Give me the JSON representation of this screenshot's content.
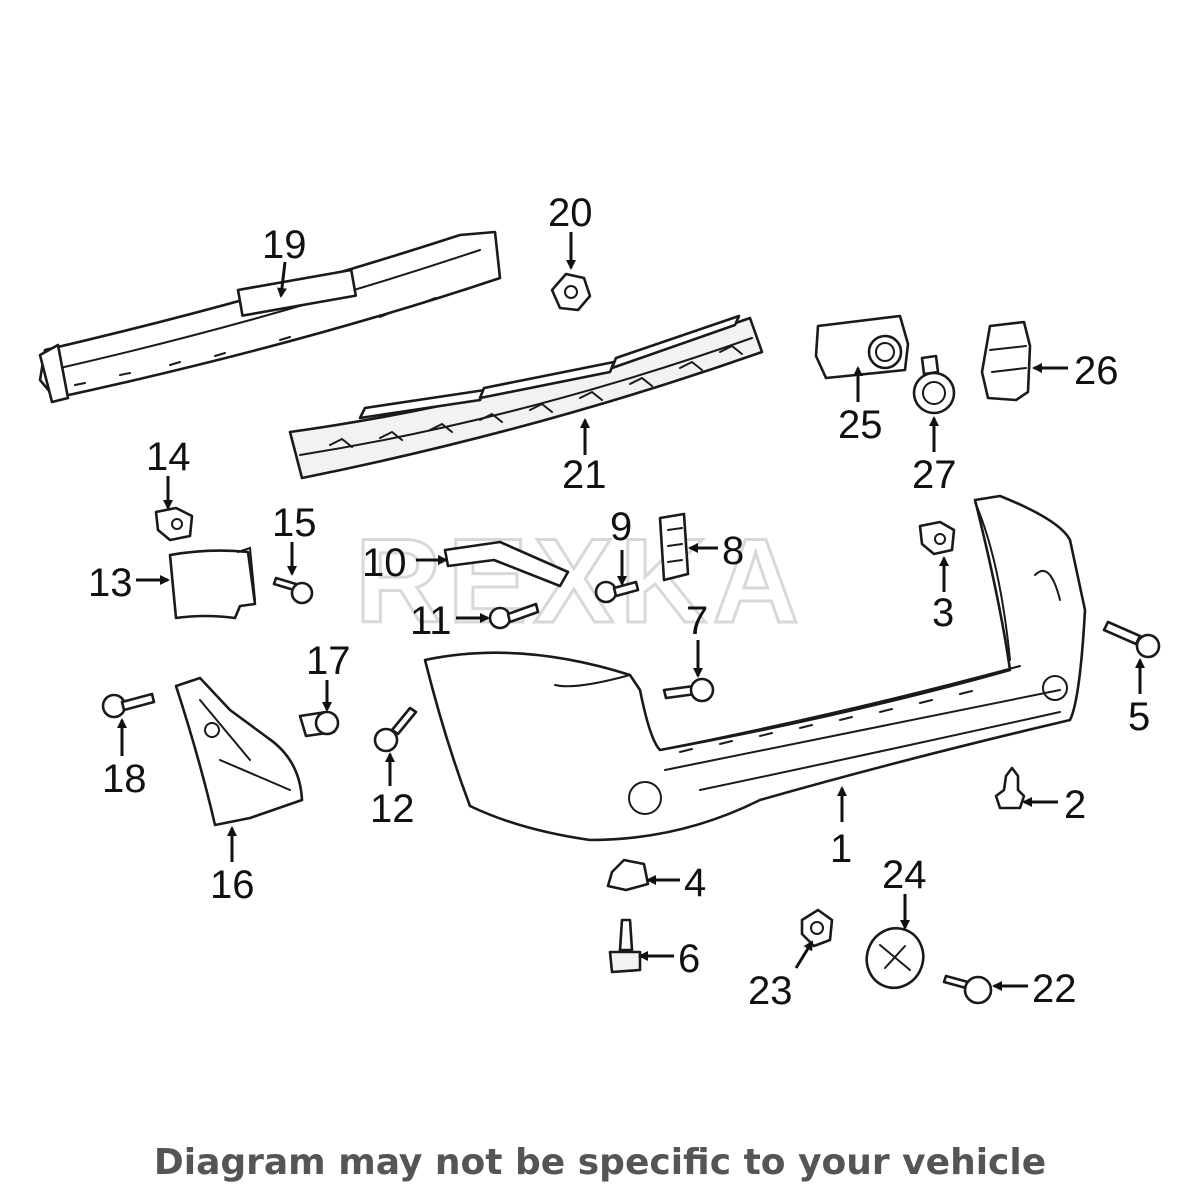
{
  "watermark": "REXKA",
  "footer_note": "Diagram may not be specific to your vehicle",
  "callouts": {
    "n1": "1",
    "n2": "2",
    "n3": "3",
    "n4": "4",
    "n5": "5",
    "n6": "6",
    "n7": "7",
    "n8": "8",
    "n9": "9",
    "n10": "10",
    "n11": "11",
    "n12": "12",
    "n13": "13",
    "n14": "14",
    "n15": "15",
    "n16": "16",
    "n17": "17",
    "n18": "18",
    "n19": "19",
    "n20": "20",
    "n21": "21",
    "n22": "22",
    "n23": "23",
    "n24": "24",
    "n25": "25",
    "n26": "26",
    "n27": "27"
  }
}
